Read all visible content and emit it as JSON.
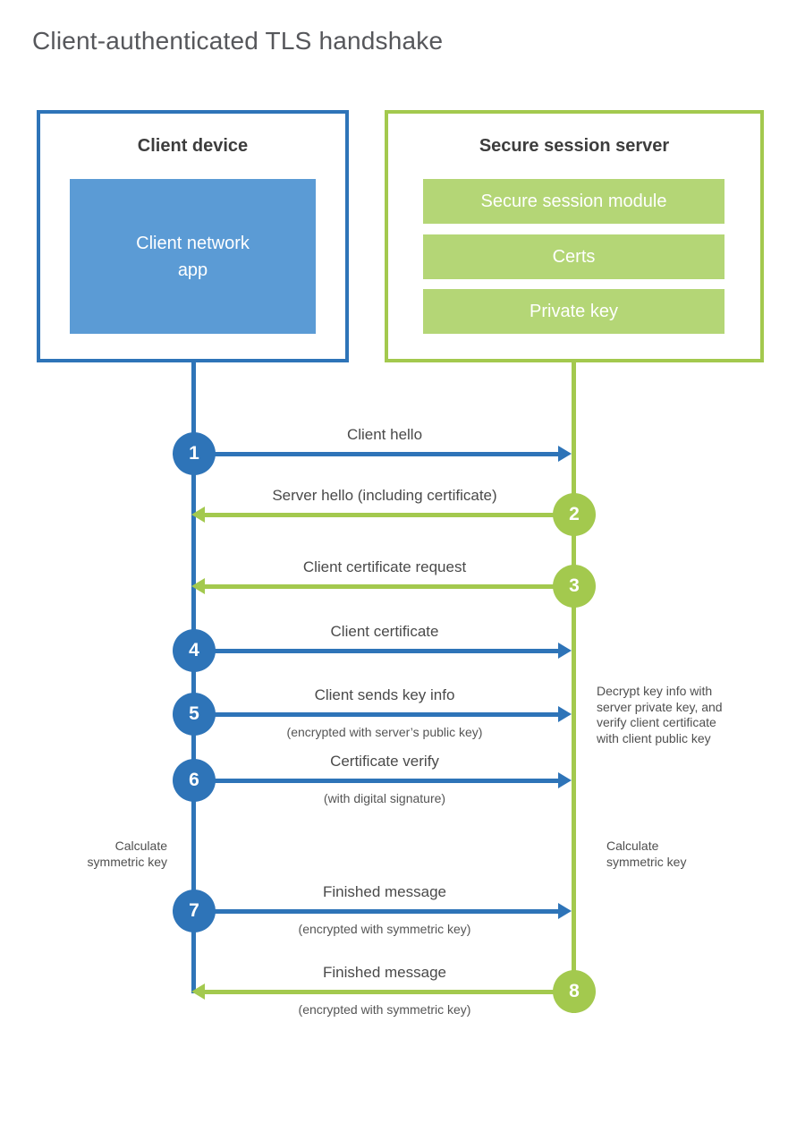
{
  "title": "Client-authenticated TLS handshake",
  "colors": {
    "blue": "#2e74b8",
    "light_blue": "#5b9bd5",
    "green": "#a3c94e",
    "light_green": "#b4d676"
  },
  "client_box": {
    "title": "Client device",
    "app_label": "Client network\napp"
  },
  "server_box": {
    "title": "Secure session server",
    "modules": [
      {
        "label": "Secure session module"
      },
      {
        "label": "Certs"
      },
      {
        "label": "Private key"
      }
    ]
  },
  "messages": [
    {
      "num": "1",
      "label": "Client hello",
      "sub": "",
      "direction": "client-to-server"
    },
    {
      "num": "2",
      "label": "Server hello (including certificate)",
      "sub": "",
      "direction": "server-to-client"
    },
    {
      "num": "3",
      "label": "Client certificate request",
      "sub": "",
      "direction": "server-to-client"
    },
    {
      "num": "4",
      "label": "Client certificate",
      "sub": "",
      "direction": "client-to-server"
    },
    {
      "num": "5",
      "label": "Client sends key info",
      "sub": "(encrypted with server’s public key)",
      "direction": "client-to-server"
    },
    {
      "num": "6",
      "label": "Certificate verify",
      "sub": "(with digital signature)",
      "direction": "client-to-server"
    },
    {
      "num": "7",
      "label": "Finished message",
      "sub": "(encrypted with symmetric key)",
      "direction": "client-to-server"
    },
    {
      "num": "8",
      "label": "Finished message",
      "sub": "(encrypted with symmetric key)",
      "direction": "server-to-client"
    }
  ],
  "annotations": {
    "decrypt_note": "Decrypt key info with\nserver private key, and\nverify client certificate\nwith client public key",
    "calc_left": "Calculate\nsymmetric key",
    "calc_right": "Calculate\nsymmetric key"
  }
}
